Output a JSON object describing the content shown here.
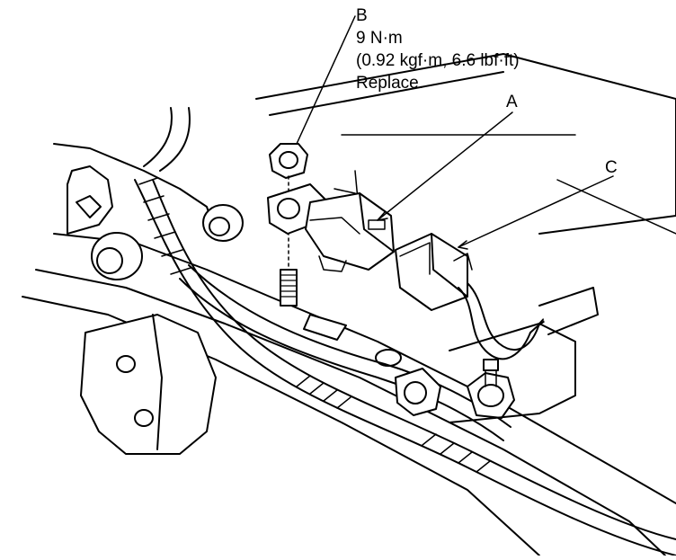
{
  "callouts": {
    "b": {
      "letter": "B",
      "torque": "9 N·m",
      "torque_alt": "(0.92 kgf·m, 6.6 lbf·ft)",
      "note": "Replace."
    },
    "a": {
      "letter": "A"
    },
    "c": {
      "letter": "C"
    }
  },
  "colors": {
    "line": "#000000",
    "fill": "#ffffff",
    "shade": "#e6e6e6"
  }
}
